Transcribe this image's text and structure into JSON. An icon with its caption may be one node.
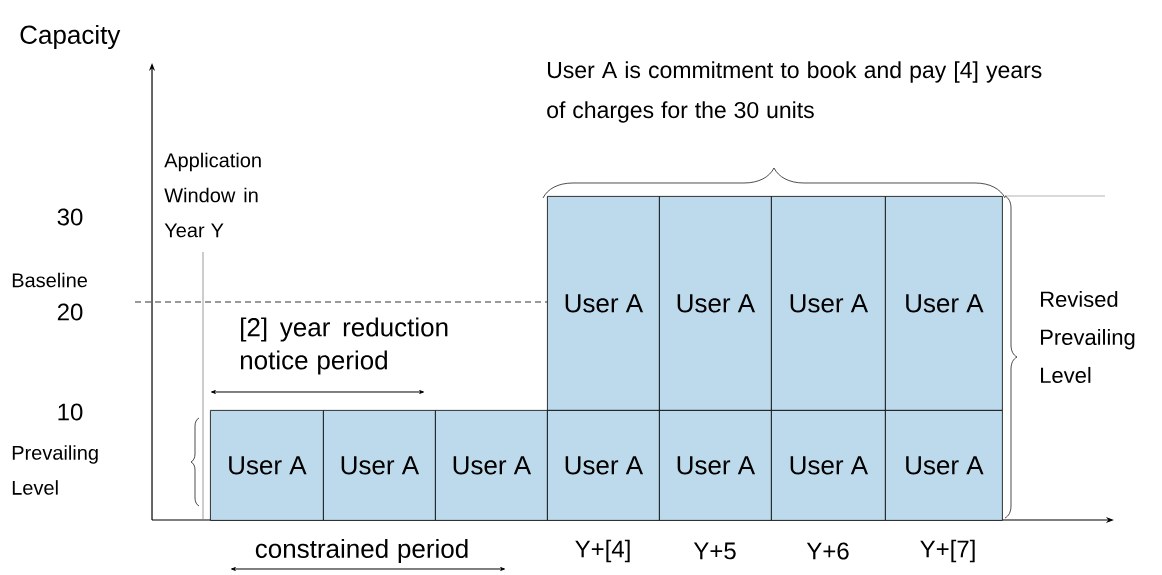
{
  "diagram": {
    "nodes": [
      {
        "text": [
          "User A"
        ]
      },
      {
        "text": [
          "User A"
        ]
      },
      {
        "text": [
          "User A"
        ]
      },
      {
        "text": [
          "User A"
        ]
      },
      {
        "text": [
          "User A"
        ]
      },
      {
        "text": [
          "User A"
        ]
      },
      {
        "text": [
          "User A"
        ]
      },
      {
        "text": [
          "User A"
        ]
      },
      {
        "text": [
          "User A"
        ]
      },
      {
        "text": [
          "User A"
        ]
      },
      {
        "text": [
          "User A"
        ]
      }
    ],
    "labels": [
      "Capacity",
      "User A is commitment to book and pay [4] years of charges for the 30 units",
      "Application Window in Year Y",
      "30",
      "Baseline",
      "20",
      "Revised Prevailing Level",
      "[2] year reduction notice period",
      "10",
      "Prevailing Level",
      "constrained period",
      "Y+[4]",
      "Y+5",
      "Y+6",
      "Y+[7]"
    ]
  }
}
